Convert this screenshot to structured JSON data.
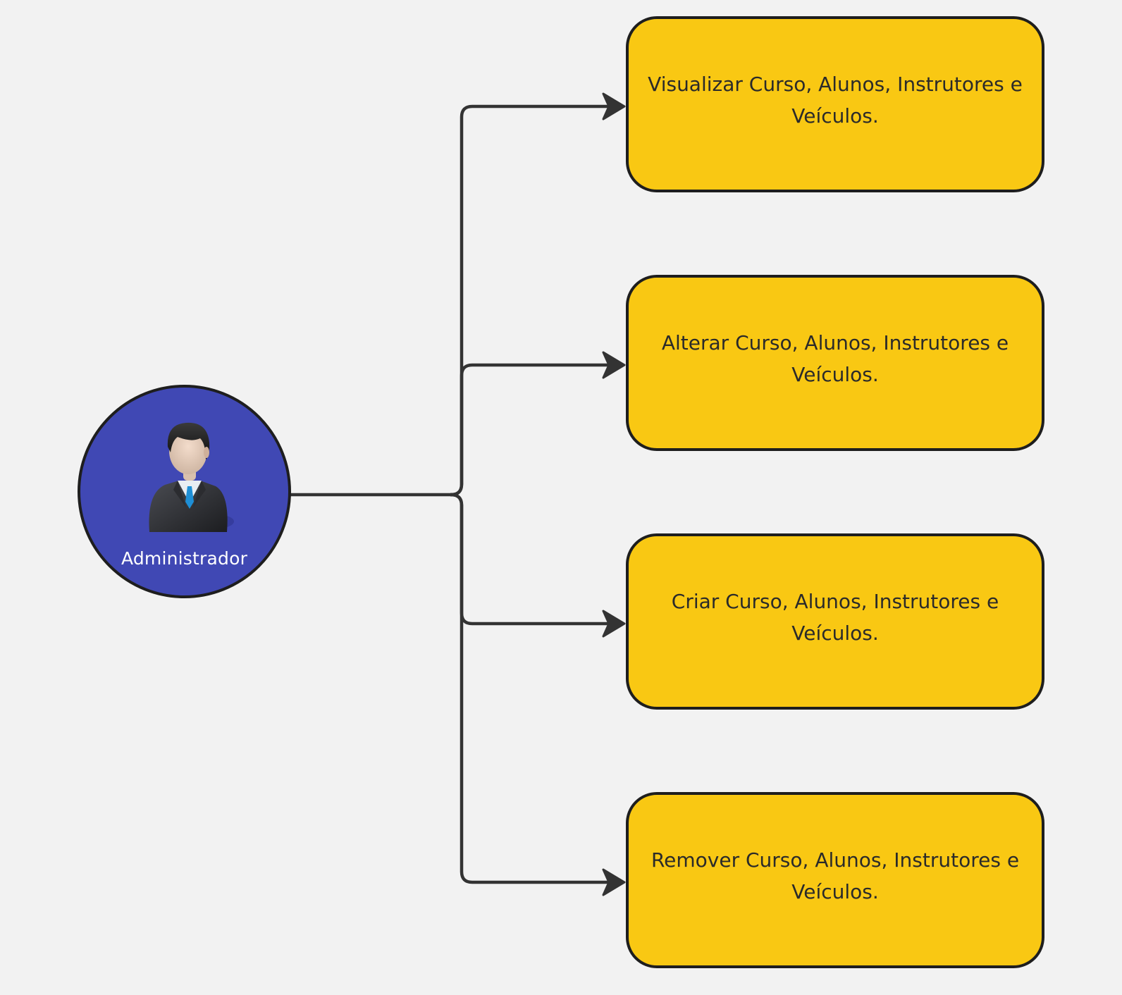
{
  "diagram": {
    "actor": {
      "label": "Administrador",
      "icon": "businessman-icon",
      "color": "#4048b4"
    },
    "use_cases": [
      {
        "text": "Visualizar Curso, Alunos, Instrutores e Veículos."
      },
      {
        "text": "Alterar Curso, Alunos, Instrutores e Veículos."
      },
      {
        "text": "Criar Curso, Alunos, Instrutores e Veículos."
      },
      {
        "text": "Remover Curso, Alunos, Instrutores e Veículos."
      }
    ],
    "box_color": "#f9c813",
    "line_color": "#333333"
  }
}
